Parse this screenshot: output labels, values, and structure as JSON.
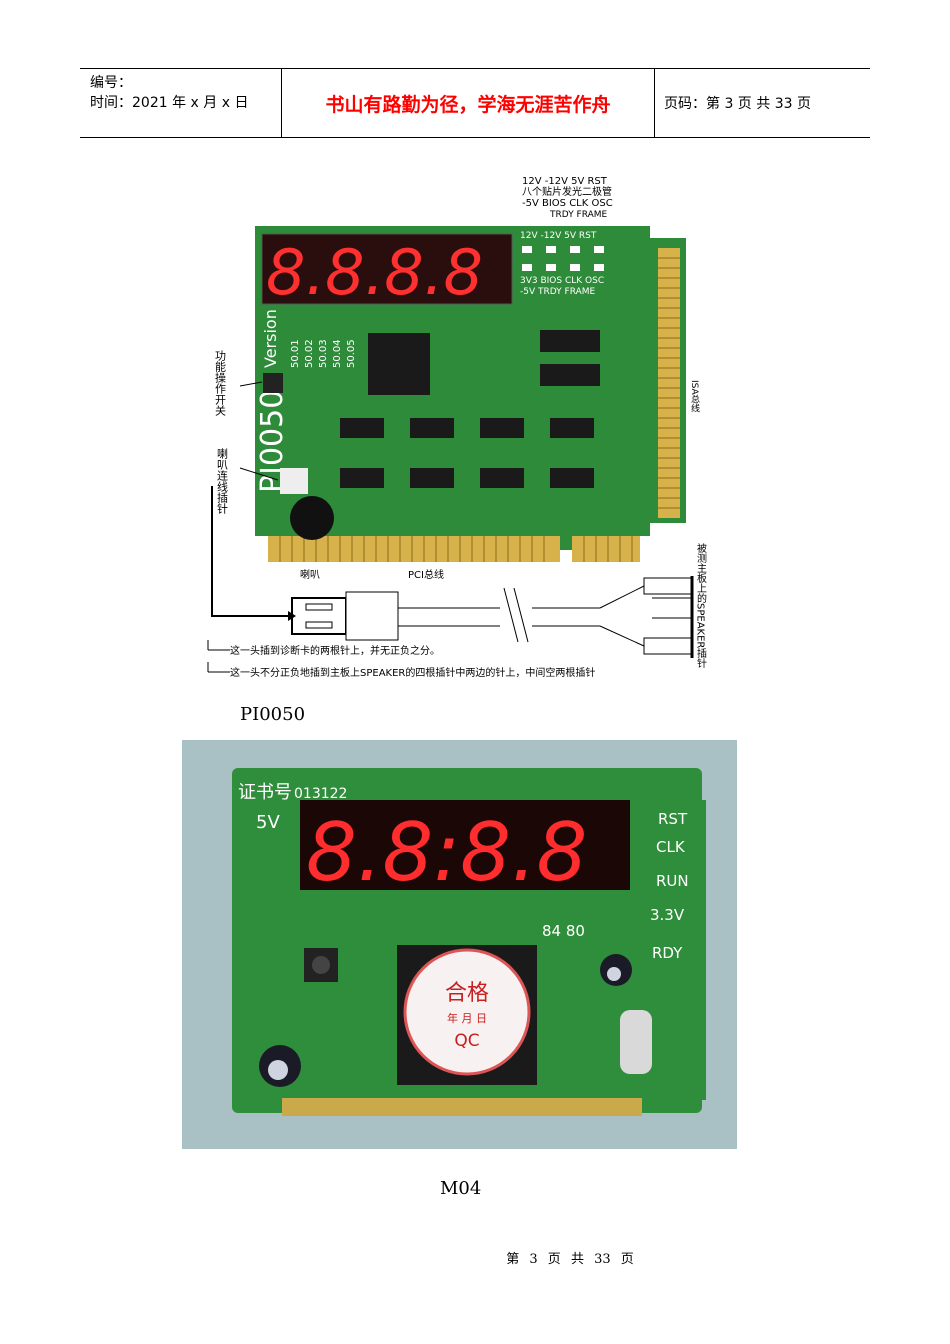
{
  "header": {
    "number_label": "编号：",
    "time_label": "时间：2021 年 x 月 x 日",
    "motto": "书山有路勤为径，学海无涯苦作舟",
    "page_info": "页码：第 3 页  共 33 页"
  },
  "figure1": {
    "caption": "PI0050",
    "top_legend": {
      "row1": "12V  -12V  5V  RST",
      "row2": "八个贴片发光二极管",
      "row3": "-5V  BIOS CLK  OSC",
      "row4": "TRDY      FRAME"
    },
    "board_labels": {
      "top_leds_row1": "12V -12V 5V RST",
      "top_leds_row2": "3V3 BIOS CLK OSC",
      "top_leds_row3": "-5V TRDY FRAME",
      "version": "Version",
      "model": "PI0050",
      "version_list": [
        "50.01",
        "50.02",
        "50.03",
        "50.04",
        "50.05"
      ]
    },
    "left_label_1": "功能操作开关",
    "left_label_2": "喇叭连线插针",
    "right_label_isa": "ISA总线",
    "speaker_label": "喇叭",
    "pci_label": "PCI总线",
    "far_right_label": "被测主板上的SPEAKER插针",
    "note1": "这一头插到诊断卡的两根针上，并无正负之分。",
    "note2": "这一头不分正负地插到主板上SPEAKER的四根插针中两边的针上，中间空两根插针"
  },
  "figure2": {
    "caption": "M04",
    "cert_label": "证书号",
    "cert_number": "013122",
    "labels": [
      "RST",
      "CLK",
      "RUN",
      "3.3V",
      "RDY",
      "5V"
    ],
    "seal_top": "合格",
    "seal_mid": "年 月 日",
    "seal_bottom": "QC",
    "port_label": "84 80"
  },
  "footer": {
    "di": "第",
    "page": "3",
    "ye1": "页",
    "gong": "共",
    "total": "33",
    "ye2": "页"
  },
  "colors": {
    "motto": "#ff0000",
    "pcb_green": "#2e8b3a",
    "gold": "#d7b24a",
    "led_red": "#ff3030"
  }
}
